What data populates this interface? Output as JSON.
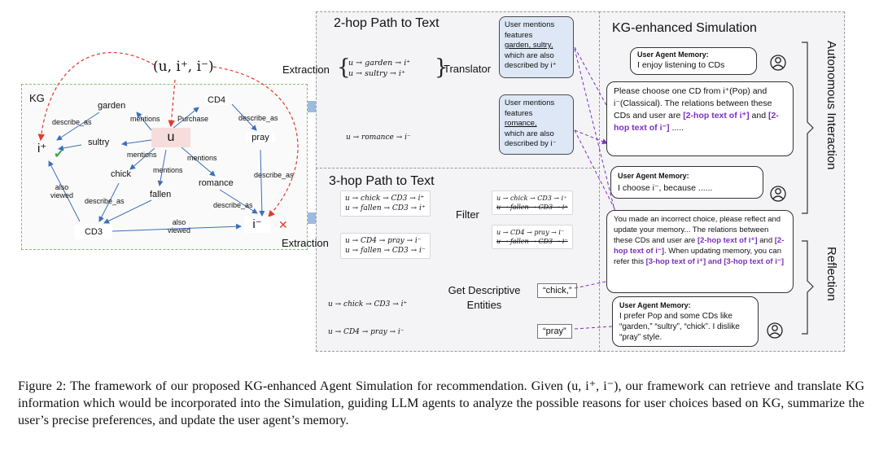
{
  "triple": "(u, i⁺, i⁻)",
  "kg": {
    "label": "KG",
    "nodes": {
      "garden": "garden",
      "cd4": "CD4",
      "u": "u",
      "sultry": "sultry",
      "pray": "pray",
      "chick": "chick",
      "fallen": "fallen",
      "romance": "romance",
      "cd3": "CD3",
      "ipos": "i⁺",
      "ineg": "i⁻"
    },
    "edges": {
      "describe_as_1": "describe_as",
      "mentions_1": "mentions",
      "purchase": "Purchase",
      "describe_as_2": "describe_as",
      "mentions_2": "mentions",
      "mentions_3": "mentions",
      "mentions_4": "mentions",
      "describe_as_3": "describe_as",
      "also_viewed_1": "also\nviewed",
      "describe_as_4": "describe_as",
      "describe_as_5": "describe_as",
      "also_viewed_2": "also\nviewed"
    },
    "check_symbol": "✔",
    "cross_symbol": "✕"
  },
  "two_hop": {
    "title": "2-hop Path to Text",
    "extraction": "Extraction",
    "translator": "Translator",
    "path1": "u → garden → i⁺",
    "path2": "u → sultry → i⁺",
    "path3": "u → romance → i⁻",
    "text_pos_1": "User mentions features",
    "text_pos_ul": "garden, sultry,",
    "text_pos_2": "which are also described by i⁺",
    "text_neg_1": "User mentions features",
    "text_neg_ul": "romance,",
    "text_neg_2": "which are also described by i⁻"
  },
  "three_hop": {
    "title": "3-hop Path to Text",
    "extraction": "Extraction",
    "filter": "Filter",
    "get_entities": "Get Descriptive Entities",
    "p1": "u → chick → CD3 → i⁺",
    "p2": "u → fallen → CD3 → i⁺",
    "p3": "u → CD4 → pray → i⁻",
    "p4": "u → fallen → CD3 → i⁻",
    "f1": "u → chick → CD3 → i⁺",
    "f2": "u → fallen → CD3 → i⁺",
    "f3": "u → CD4 → pray → i⁻",
    "f4": "u → fallen → CD3 → i⁻",
    "r1": "u → chick → CD3 → i⁺",
    "r2": "u → CD4 → pray → i⁻",
    "e1": "“chick,”",
    "e2": "“pray”"
  },
  "sim": {
    "title": "KG-enhanced Simulation",
    "autonomous": "Autonomous Interaction",
    "reflection": "Reflection",
    "mem1_title": "User Agent Memory:",
    "mem1_text": "I enjoy listening to CDs",
    "prompt1_a": "Please choose one CD from i⁺(Pop) and i⁻(Classical). The relations between these CDs and user are ",
    "prompt1_b": "[2-hop text of i⁺]",
    "prompt1_c": " and ",
    "prompt1_d": "[2-hop text of i⁻]",
    "prompt1_e": " .....",
    "mem2_title": "User Agent Memory:",
    "mem2_text": "I choose i⁻, because ......",
    "prompt2_a": "You made an incorrect choice, please reflect and update your memory... The relations between these CDs and user are ",
    "prompt2_b": "[2-hop text of i⁺]",
    "prompt2_c": " and ",
    "prompt2_d": "[2-hop text of i⁻]",
    "prompt2_e": ". When updating memory, you can refer this ",
    "prompt2_f": "[3-hop text of i⁺] and [3-hop text of i⁻]",
    "mem3_title": "User Agent Memory:",
    "mem3_text": "I prefer Pop and some CDs like “garden,” “sultry”, “chick”. I dislike “pray” style."
  },
  "caption": "Figure 2: The framework of our proposed KG-enhanced Agent Simulation for recommendation. Given (u, i⁺, i⁻), our framework can retrieve and translate KG information which would be incorporated into the Simulation, guiding LLM agents to analyze the possible reasons for user choices based on KG, summarize the user’s precise preferences, and update the user agent’s memory.",
  "colors": {
    "arrow_blue": "#9dbbe0",
    "purple": "#7b2fbf",
    "red_dash": "#e23a2a",
    "green": "#3aa64a"
  }
}
